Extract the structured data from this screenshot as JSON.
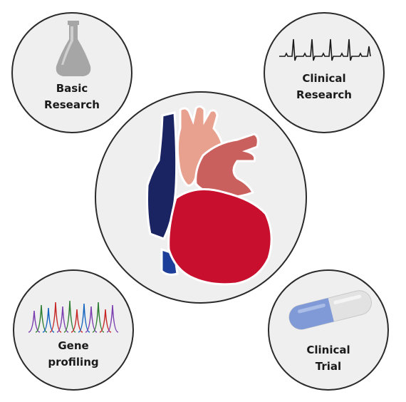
{
  "colors": {
    "circle_fill": "#efefef",
    "circle_stroke": "#2a2a2a",
    "vein_blue": "#1b2463",
    "vena_cava_blue": "#1d3f9a",
    "artery_pink": "#e8a08f",
    "atrium_red": "#c9605d",
    "ventricle_red": "#c8102e",
    "flask_gray": "#a6a6a6",
    "capsule_blue": "#7f9ad6",
    "capsule_light": "#e2e2e2"
  },
  "nodes": {
    "basic_research": {
      "line1": "Basic",
      "line2": "Research",
      "icon": "flask-icon"
    },
    "clinical_research": {
      "line1": "Clinical",
      "line2": "Research",
      "icon": "ecg-icon"
    },
    "gene_profiling": {
      "line1": "Gene",
      "line2": "profiling",
      "icon": "chromatogram-icon"
    },
    "clinical_trial": {
      "line1": "Clinical",
      "line2": "Trial",
      "icon": "capsule-icon"
    },
    "center": {
      "icon": "heart-icon"
    }
  }
}
